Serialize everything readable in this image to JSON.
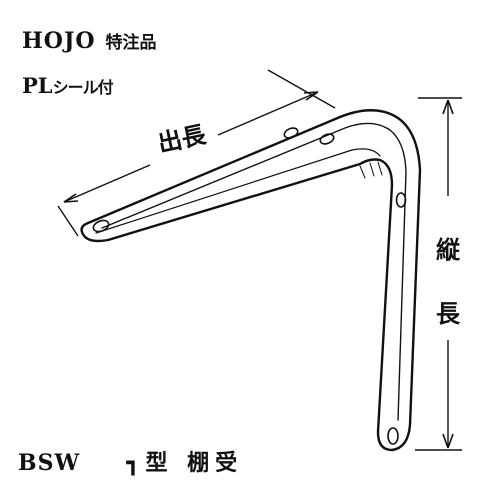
{
  "header": {
    "brand": "HOJO",
    "brand_suffix": "特注品",
    "pl_prefix": "PL",
    "pl_suffix": "シール付"
  },
  "product": {
    "code": "BSW",
    "name": "┓型 棚受"
  },
  "dimensions": {
    "horizontal_label": "出長",
    "vertical_label_1": "縦",
    "vertical_label_2": "長"
  },
  "colors": {
    "ink": "#111111",
    "background": "#ffffff"
  }
}
